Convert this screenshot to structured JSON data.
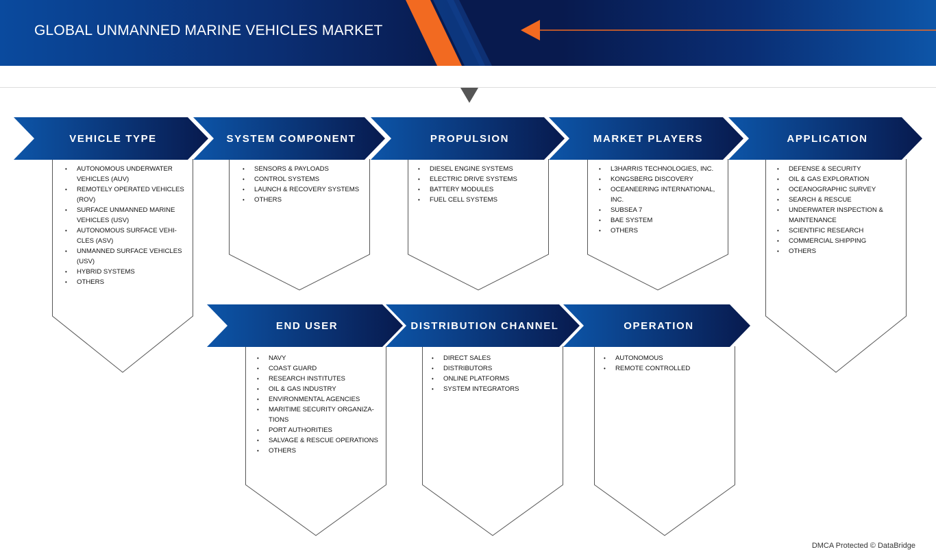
{
  "header": {
    "title": "GLOBAL UNMANNED MARINE VEHICLES MARKET"
  },
  "colors": {
    "navy": "#081a4e",
    "blue": "#0d55a8",
    "orange": "#f26a21",
    "outline": "#555555"
  },
  "segments": [
    {
      "title": "VEHICLE TYPE",
      "items": [
        "AUTONOMOUS UNDERWATER VEHICLES (AUV)",
        "REMOTELY OPERATED VEHICLES (ROV)",
        "SURFACE UNMANNED MARINE VEHICLES (USV)",
        "AUTONOMOUS SURFACE VEHI-CLES (ASV)",
        "UNMANNED SURFACE VEHICLES (USV)",
        "HYBRID SYSTEMS",
        "OTHERS"
      ]
    },
    {
      "title": "SYSTEM COMPONENT",
      "items": [
        "SENSORS & PAYLOADS",
        "CONTROL SYSTEMS",
        "LAUNCH & RECOVERY SYSTEMS",
        "OTHERS"
      ]
    },
    {
      "title": "PROPULSION",
      "items": [
        "DIESEL ENGINE SYSTEMS",
        "ELECTRIC DRIVE SYSTEMS",
        "BATTERY MODULES",
        "FUEL CELL SYSTEMS"
      ]
    },
    {
      "title": "MARKET PLAYERS",
      "items": [
        "L3HARRIS TECHNOLOGIES, INC.",
        "KONGSBERG DISCOVERY",
        "OCEANEERING INTERNATIONAL, INC.",
        "SUBSEA 7",
        "BAE SYSTEM",
        "OTHERS"
      ]
    },
    {
      "title": "APPLICATION",
      "items": [
        "DEFENSE & SECURITY",
        "OIL & GAS EXPLORATION",
        "OCEANOGRAPHIC SURVEY",
        "SEARCH & RESCUE",
        "UNDERWATER INSPECTION & MAINTENANCE",
        "SCIENTIFIC RESEARCH",
        "COMMERCIAL SHIPPING",
        "OTHERS"
      ]
    },
    {
      "title": "END USER",
      "items": [
        "NAVY",
        "COAST GUARD",
        "RESEARCH INSTITUTES",
        "OIL & GAS INDUSTRY",
        "ENVIRONMENTAL AGENCIES",
        "MARITIME SECURITY ORGANIZA-TIONS",
        "PORT AUTHORITIES",
        "SALVAGE & RESCUE OPERATIONS",
        "OTHERS"
      ]
    },
    {
      "title": "DISTRIBUTION CHANNEL",
      "items": [
        "DIRECT SALES",
        "DISTRIBUTORS",
        "ONLINE PLATFORMS",
        "SYSTEM INTEGRATORS"
      ]
    },
    {
      "title": "OPERATION",
      "items": [
        "AUTONOMOUS",
        "REMOTE CONTROLLED"
      ]
    }
  ],
  "footer": {
    "note": "DMCA Protected © DataBridge"
  }
}
